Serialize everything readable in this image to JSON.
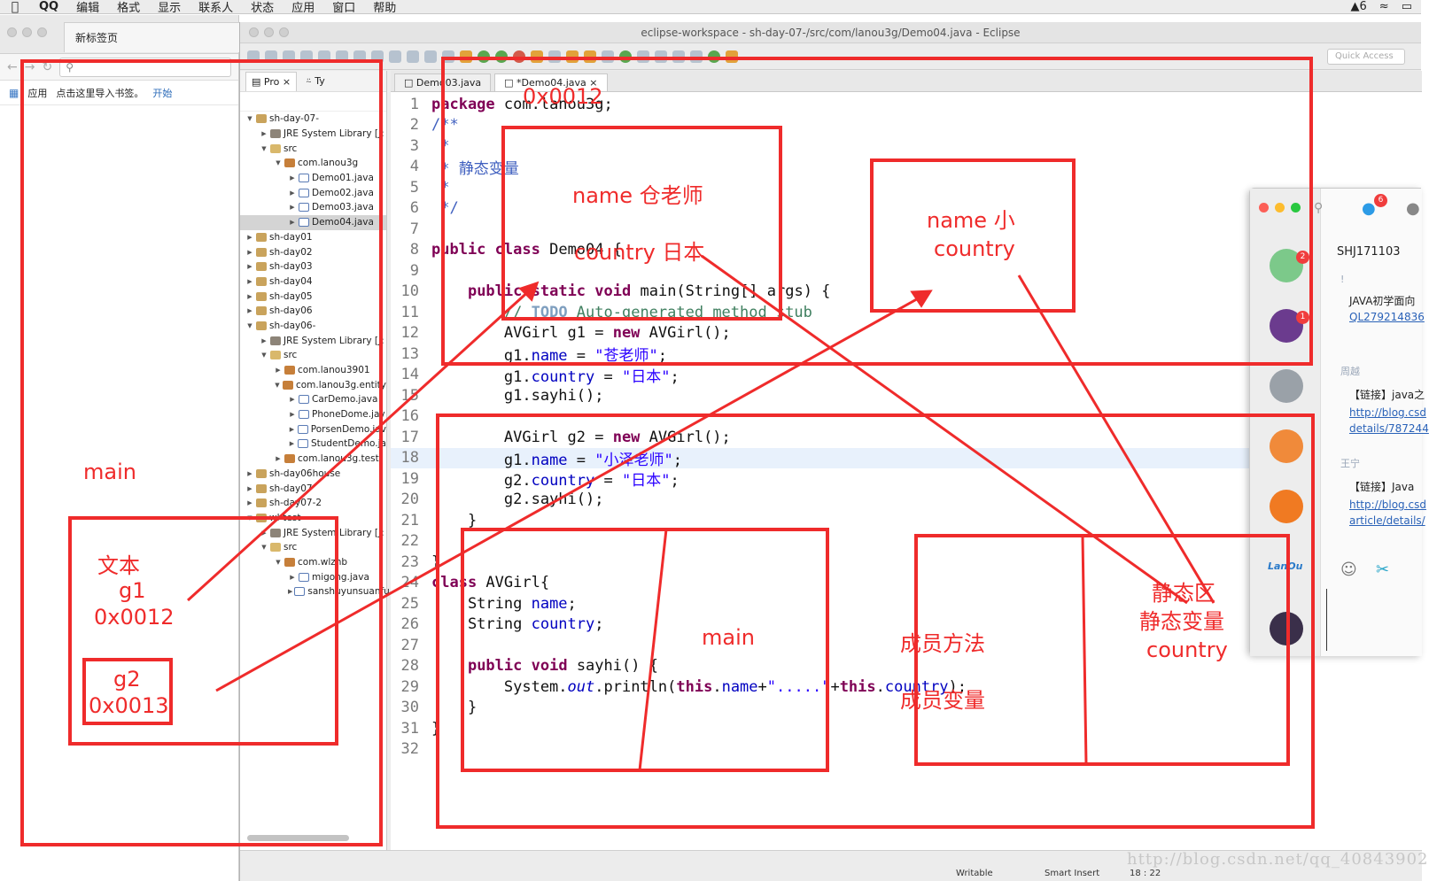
{
  "menubar": {
    "app": "QQ",
    "items": [
      "编辑",
      "格式",
      "显示",
      "联系人",
      "状态",
      "应用",
      "窗口",
      "帮助"
    ],
    "badge": "6"
  },
  "browser": {
    "tab_title": "新标签页",
    "bookmarks": {
      "apps": "应用",
      "import": "点击这里导入书签。",
      "start": "开始"
    }
  },
  "eclipse": {
    "window_title": "eclipse-workspace - sh-day-07-/src/com/lanou3g/Demo04.java - Eclipse",
    "quick_access": "Quick Access",
    "explorer_tabs": [
      "Pro",
      "Ty"
    ],
    "tree": [
      {
        "text": "sh-day-07-",
        "level": 0,
        "icon": "project",
        "open": true
      },
      {
        "text": "JRE System Library [J:",
        "level": 1,
        "icon": "lib",
        "open": false
      },
      {
        "text": "src",
        "level": 1,
        "icon": "src",
        "open": true
      },
      {
        "text": "com.lanou3g",
        "level": 2,
        "icon": "pkgi",
        "open": true
      },
      {
        "text": "Demo01.java",
        "level": 3,
        "icon": "java",
        "open": false
      },
      {
        "text": "Demo02.java",
        "level": 3,
        "icon": "java",
        "open": false
      },
      {
        "text": "Demo03.java",
        "level": 3,
        "icon": "java",
        "open": false
      },
      {
        "text": "Demo04.java",
        "level": 3,
        "icon": "java",
        "open": false,
        "selected": true
      },
      {
        "text": "sh-day01",
        "level": 0,
        "icon": "project",
        "open": false
      },
      {
        "text": "sh-day02",
        "level": 0,
        "icon": "project",
        "open": false
      },
      {
        "text": "sh-day03",
        "level": 0,
        "icon": "project",
        "open": false
      },
      {
        "text": "sh-day04",
        "level": 0,
        "icon": "project",
        "open": false
      },
      {
        "text": "sh-day05",
        "level": 0,
        "icon": "project",
        "open": false
      },
      {
        "text": "sh-day06",
        "level": 0,
        "icon": "project",
        "open": false
      },
      {
        "text": "sh-day06-",
        "level": 0,
        "icon": "project",
        "open": true
      },
      {
        "text": "JRE System Library [J:",
        "level": 1,
        "icon": "lib",
        "open": false
      },
      {
        "text": "src",
        "level": 1,
        "icon": "src",
        "open": true
      },
      {
        "text": "com.lanou3901",
        "level": 2,
        "icon": "pkgi",
        "open": false
      },
      {
        "text": "com.lanou3g.entity",
        "level": 2,
        "icon": "pkgi",
        "open": true
      },
      {
        "text": "CarDemo.java",
        "level": 3,
        "icon": "java",
        "open": false
      },
      {
        "text": "PhoneDome.jav",
        "level": 3,
        "icon": "java",
        "open": false
      },
      {
        "text": "PorsenDemo.jav",
        "level": 3,
        "icon": "java",
        "open": false
      },
      {
        "text": "StudentDemo.ja",
        "level": 3,
        "icon": "java",
        "open": false
      },
      {
        "text": "com.lanou3g.test",
        "level": 2,
        "icon": "pkgi",
        "open": false
      },
      {
        "text": "sh-day06house",
        "level": 0,
        "icon": "project",
        "open": false
      },
      {
        "text": "sh-day07",
        "level": 0,
        "icon": "project",
        "open": false
      },
      {
        "text": "sh-day07-2",
        "level": 0,
        "icon": "project",
        "open": false
      },
      {
        "text": "wl-test",
        "level": 0,
        "icon": "project",
        "open": true
      },
      {
        "text": "JRE System Library [J:",
        "level": 1,
        "icon": "lib",
        "open": false
      },
      {
        "text": "src",
        "level": 1,
        "icon": "src",
        "open": true
      },
      {
        "text": "com.wlznb",
        "level": 2,
        "icon": "pkgi",
        "open": true
      },
      {
        "text": "migong.java",
        "level": 3,
        "icon": "java",
        "open": false
      },
      {
        "text": "sanshuyunsuanfu",
        "level": 3,
        "icon": "java",
        "open": false
      }
    ],
    "editor_tabs": [
      "Demo03.java",
      "*Demo04.java"
    ],
    "code": [
      {
        "n": "1",
        "t": "package com.lanou3g;"
      },
      {
        "n": "2",
        "t": "/**"
      },
      {
        "n": "3",
        "t": " *"
      },
      {
        "n": "4",
        "t": " * 静态变量"
      },
      {
        "n": "5",
        "t": " *"
      },
      {
        "n": "6",
        "t": " */"
      },
      {
        "n": "7",
        "t": ""
      },
      {
        "n": "8",
        "t": "public class Demo04 {"
      },
      {
        "n": "9",
        "t": ""
      },
      {
        "n": "10",
        "t": "    public static void main(String[] args) {"
      },
      {
        "n": "11",
        "t": "        // TODO Auto-generated method stub"
      },
      {
        "n": "12",
        "t": "        AVGirl g1 = new AVGirl();"
      },
      {
        "n": "13",
        "t": "        g1.name = \"苍老师\";"
      },
      {
        "n": "14",
        "t": "        g1.country = \"日本\";"
      },
      {
        "n": "15",
        "t": "        g1.sayhi();"
      },
      {
        "n": "16",
        "t": ""
      },
      {
        "n": "17",
        "t": "        AVGirl g2 = new AVGirl();"
      },
      {
        "n": "18",
        "t": "        g1.name = \"小泽老师\";"
      },
      {
        "n": "19",
        "t": "        g2.country = \"日本\";"
      },
      {
        "n": "20",
        "t": "        g2.sayhi();"
      },
      {
        "n": "21",
        "t": "    }"
      },
      {
        "n": "22",
        "t": ""
      },
      {
        "n": "23",
        "t": "}"
      },
      {
        "n": "24",
        "t": "class AVGirl{"
      },
      {
        "n": "25",
        "t": "    String name;"
      },
      {
        "n": "26",
        "t": "    String country;"
      },
      {
        "n": "27",
        "t": ""
      },
      {
        "n": "28",
        "t": "    public void sayhi() {"
      },
      {
        "n": "29",
        "t": "        System.out.println(this.name+\".....\"+this.country);"
      },
      {
        "n": "30",
        "t": "    }"
      },
      {
        "n": "31",
        "t": "}"
      },
      {
        "n": "32",
        "t": ""
      }
    ],
    "highlight_line": "18",
    "status": {
      "writable": "Writable",
      "insert": "Smart Insert",
      "position": "18 : 22"
    }
  },
  "qq": {
    "badge_top": "6",
    "contact": "SHJ171103",
    "messages": [
      {
        "kind": "meta",
        "text": "!"
      },
      {
        "kind": "text",
        "text": "JAVA初学面向"
      },
      {
        "kind": "link",
        "text": "QL279214836"
      },
      {
        "kind": "meta",
        "text": "周越"
      },
      {
        "kind": "text",
        "text": "【链接】java之"
      },
      {
        "kind": "link",
        "text": "http://blog.csd"
      },
      {
        "kind": "link",
        "text": "details/787244"
      },
      {
        "kind": "meta",
        "text": "王宁"
      },
      {
        "kind": "text",
        "text": "【链接】Java"
      },
      {
        "kind": "link",
        "text": "http://blog.csd"
      },
      {
        "kind": "link",
        "text": "article/details/"
      }
    ],
    "badges": [
      "2",
      "1"
    ]
  },
  "annotations": {
    "addr_box": "0x0012",
    "obj1_name": "name 仓老师",
    "obj1_country": "country 日本",
    "static_box_1": "name 小",
    "static_box_2": "country",
    "stack_main": "main",
    "var_label": "文本",
    "g1": "g1",
    "g1_addr": "0x0012",
    "g2": "g2",
    "g2_addr": "0x0013",
    "method_main": "main",
    "member_method": "成员方法",
    "member_var": "成员变量",
    "static_area": "静态区",
    "static_var": "静态变量",
    "static_country": "country"
  },
  "watermark": "http://blog.csdn.net/qq_40843902",
  "colors": {
    "annotation": "#ef2b2b",
    "keyword": "#7f0055",
    "string": "#2a00ff",
    "field": "#0000c0"
  }
}
